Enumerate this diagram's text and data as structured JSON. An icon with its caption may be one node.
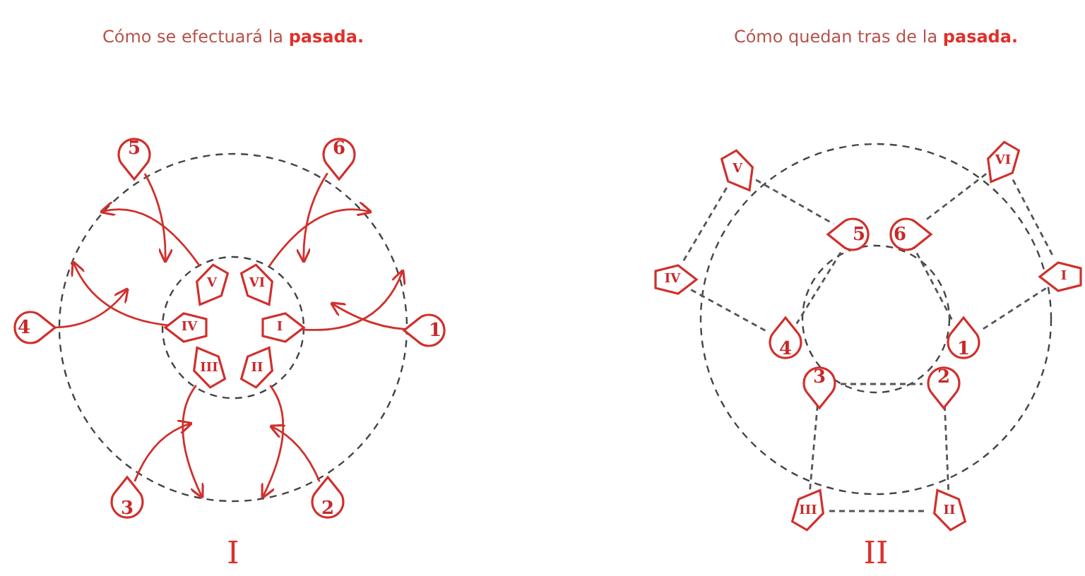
{
  "diagram": {
    "nodes": [
      {
        "text": [
          "5"
        ]
      },
      {
        "text": [
          "6"
        ]
      },
      {
        "text": [
          "4"
        ]
      },
      {
        "text": [
          "1"
        ]
      },
      {
        "text": [
          "V"
        ]
      },
      {
        "text": [
          "VI"
        ]
      },
      {
        "text": [
          "IV"
        ]
      },
      {
        "text": [
          "I"
        ]
      },
      {
        "text": [
          "III"
        ]
      },
      {
        "text": [
          "II"
        ]
      },
      {
        "text": [
          "3"
        ]
      },
      {
        "text": [
          "2"
        ]
      },
      {
        "text": [
          "V"
        ]
      },
      {
        "text": [
          "VI"
        ]
      },
      {
        "text": [
          "5"
        ]
      },
      {
        "text": [
          "6"
        ]
      },
      {
        "text": [
          "IV"
        ]
      },
      {
        "text": [
          "I"
        ]
      },
      {
        "text": [
          "4"
        ]
      },
      {
        "text": [
          "1"
        ]
      },
      {
        "text": [
          "3"
        ]
      },
      {
        "text": [
          "2"
        ]
      },
      {
        "text": [
          "III"
        ]
      },
      {
        "text": [
          "II"
        ]
      }
    ],
    "edges": [
      {
        "from": 0,
        "to": null,
        "arrow": "to"
      },
      {
        "from": 1,
        "to": null,
        "arrow": "to"
      },
      {
        "from": 2,
        "to": null,
        "arrow": "to"
      },
      {
        "from": 3,
        "to": null,
        "arrow": "to"
      },
      {
        "from": 10,
        "to": null,
        "arrow": "to"
      },
      {
        "from": 11,
        "to": null,
        "arrow": "to"
      },
      {
        "from": 4,
        "to": null,
        "arrow": "to"
      },
      {
        "from": 5,
        "to": null,
        "arrow": "to"
      },
      {
        "from": 6,
        "to": null,
        "arrow": "to"
      },
      {
        "from": 7,
        "to": null,
        "arrow": "to"
      },
      {
        "from": 8,
        "to": null,
        "arrow": "to"
      },
      {
        "from": 9,
        "to": null,
        "arrow": "to"
      },
      {
        "from": 12,
        "to": 14,
        "arrow": "none",
        "style": "dashed",
        "color": "#555555"
      },
      {
        "from": 13,
        "to": 15,
        "arrow": "none",
        "style": "dashed",
        "color": "#555555"
      },
      {
        "from": 16,
        "to": 18,
        "arrow": "none",
        "style": "dashed",
        "color": "#555555"
      },
      {
        "from": 17,
        "to": 19,
        "arrow": "none",
        "style": "dashed",
        "color": "#555555"
      },
      {
        "from": 12,
        "to": 16,
        "arrow": "none",
        "style": "dashed",
        "color": "#555555"
      },
      {
        "from": 13,
        "to": 17,
        "arrow": "none",
        "style": "dashed",
        "color": "#555555"
      },
      {
        "from": 14,
        "to": 18,
        "arrow": "none",
        "style": "dashed",
        "color": "#555555"
      },
      {
        "from": 15,
        "to": 19,
        "arrow": "none",
        "style": "dashed",
        "color": "#555555"
      },
      {
        "from": 20,
        "to": 21,
        "arrow": "none",
        "style": "dashed",
        "color": "#555555"
      },
      {
        "from": 20,
        "to": 22,
        "arrow": "none",
        "style": "dashed",
        "color": "#555555"
      },
      {
        "from": 21,
        "to": 23,
        "arrow": "none",
        "style": "dashed",
        "color": "#555555"
      },
      {
        "from": 22,
        "to": 23,
        "arrow": "none",
        "style": "dashed",
        "color": "#555555"
      }
    ],
    "labels": [
      "Cómo se efectuará la **pasada.**",
      "Cómo quedan tras de la **pasada.**",
      "I",
      "II"
    ]
  }
}
